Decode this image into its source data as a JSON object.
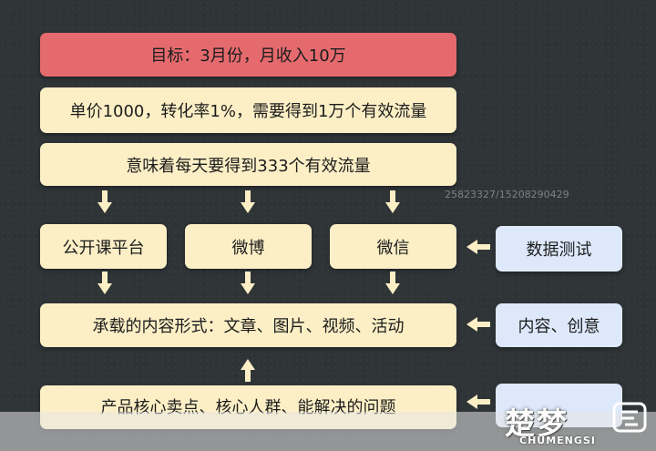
{
  "goal": "目标：3月份，月收入10万",
  "calc": "单价1000，转化率1%，需要得到1万个有效流量",
  "daily": "意味着每天要得到333个有效流量",
  "channels": [
    "公开课平台",
    "微博",
    "微信"
  ],
  "data_test": "数据测试",
  "content_form": "承载的内容形式：文章、图片、视频、活动",
  "content_creative": "内容、创意",
  "product_core": "产品核心卖点、核心人群、能解决的问题",
  "watermark_id": "25823327/15208290429",
  "logo_cn": "楚梦",
  "logo_en": "CHUMENGSI"
}
